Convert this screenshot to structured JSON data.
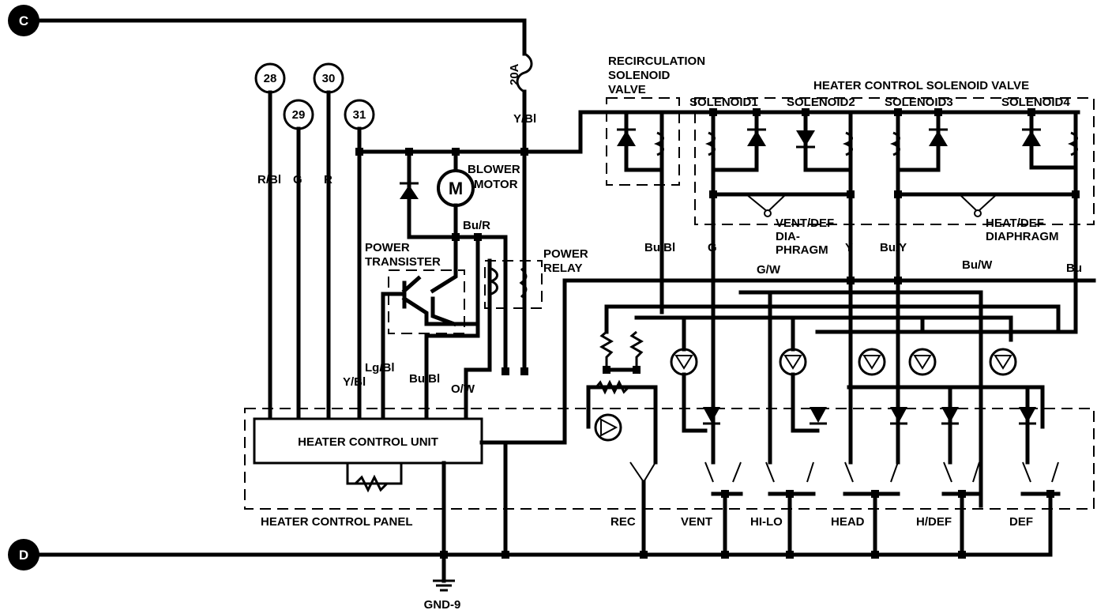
{
  "terminals": {
    "c": "C",
    "d": "D"
  },
  "connectors": {
    "n28": "28",
    "n29": "29",
    "n30": "30",
    "n31": "31"
  },
  "fuse": {
    "rating": "20A"
  },
  "wires": {
    "y_bl_top": "Y/Bl",
    "r_bl": "R/Bl",
    "g": "G",
    "r": "R",
    "y_bl": "Y/Bl",
    "lg_bl": "Lg/Bl",
    "bu_bl_left": "Bu/Bl",
    "o_w": "O/W",
    "bu_r": "Bu/R",
    "bu_bl_recirc": "Bu/Bl",
    "g_right": "G",
    "g_w": "G/W",
    "y_right": "Y",
    "bu_y": "Bu/Y",
    "bu_w": "Bu/W",
    "bu": "Bu"
  },
  "components": {
    "blower_motor_1": "BLOWER",
    "blower_motor_2": "MOTOR",
    "motor_symbol": "M",
    "power_transister_1": "POWER",
    "power_transister_2": "TRANSISTER",
    "power_relay_1": "POWER",
    "power_relay_2": "RELAY",
    "recirc_1": "RECIRCULATION",
    "recirc_2": "SOLENOID",
    "recirc_3": "VALVE",
    "heater_valve": "HEATER CONTROL SOLENOID VALVE",
    "solenoid1": "SOLENOID1",
    "solenoid2": "SOLENOID2",
    "solenoid3": "SOLENOID3",
    "solenoid4": "SOLENOID4",
    "vent_def_1": "VENT/DEF",
    "vent_def_2": "DIA-",
    "vent_def_3": "PHRAGM",
    "heat_def_1": "HEAT/DEF",
    "heat_def_2": "DIAPHRAGM",
    "control_unit": "HEATER CONTROL UNIT",
    "control_panel": "HEATER CONTROL PANEL",
    "ground": "GND-9"
  },
  "switches": {
    "rec": "REC",
    "vent": "VENT",
    "hi_lo": "HI-LO",
    "head": "HEAD",
    "h_def": "H/DEF",
    "def": "DEF"
  }
}
